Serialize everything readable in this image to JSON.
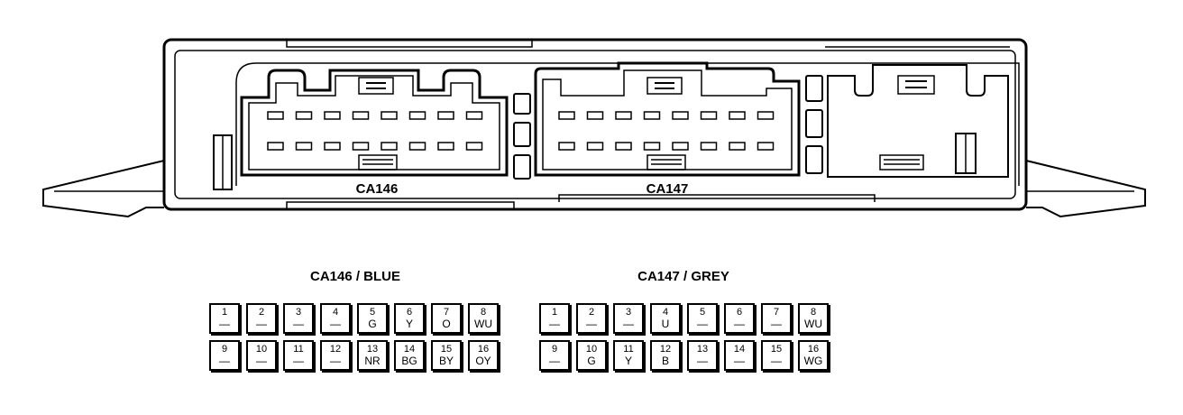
{
  "module": {
    "connectors": [
      {
        "id": "ca146",
        "label": "CA146"
      },
      {
        "id": "ca147",
        "label": "CA147"
      }
    ]
  },
  "pin_tables": [
    {
      "title": "CA146 / BLUE",
      "pins": [
        {
          "num": "1",
          "code": "—"
        },
        {
          "num": "2",
          "code": "—"
        },
        {
          "num": "3",
          "code": "—"
        },
        {
          "num": "4",
          "code": "—"
        },
        {
          "num": "5",
          "code": "G"
        },
        {
          "num": "6",
          "code": "Y"
        },
        {
          "num": "7",
          "code": "O"
        },
        {
          "num": "8",
          "code": "WU"
        },
        {
          "num": "9",
          "code": "—"
        },
        {
          "num": "10",
          "code": "—"
        },
        {
          "num": "11",
          "code": "—"
        },
        {
          "num": "12",
          "code": "—"
        },
        {
          "num": "13",
          "code": "NR"
        },
        {
          "num": "14",
          "code": "BG"
        },
        {
          "num": "15",
          "code": "BY"
        },
        {
          "num": "16",
          "code": "OY"
        }
      ]
    },
    {
      "title": "CA147 / GREY",
      "pins": [
        {
          "num": "1",
          "code": "—"
        },
        {
          "num": "2",
          "code": "—"
        },
        {
          "num": "3",
          "code": "—"
        },
        {
          "num": "4",
          "code": "U"
        },
        {
          "num": "5",
          "code": "—"
        },
        {
          "num": "6",
          "code": "—"
        },
        {
          "num": "7",
          "code": "—"
        },
        {
          "num": "8",
          "code": "WU"
        },
        {
          "num": "9",
          "code": "—"
        },
        {
          "num": "10",
          "code": "G"
        },
        {
          "num": "11",
          "code": "Y"
        },
        {
          "num": "12",
          "code": "B"
        },
        {
          "num": "13",
          "code": "—"
        },
        {
          "num": "14",
          "code": "—"
        },
        {
          "num": "15",
          "code": "—"
        },
        {
          "num": "16",
          "code": "WG"
        }
      ]
    }
  ]
}
